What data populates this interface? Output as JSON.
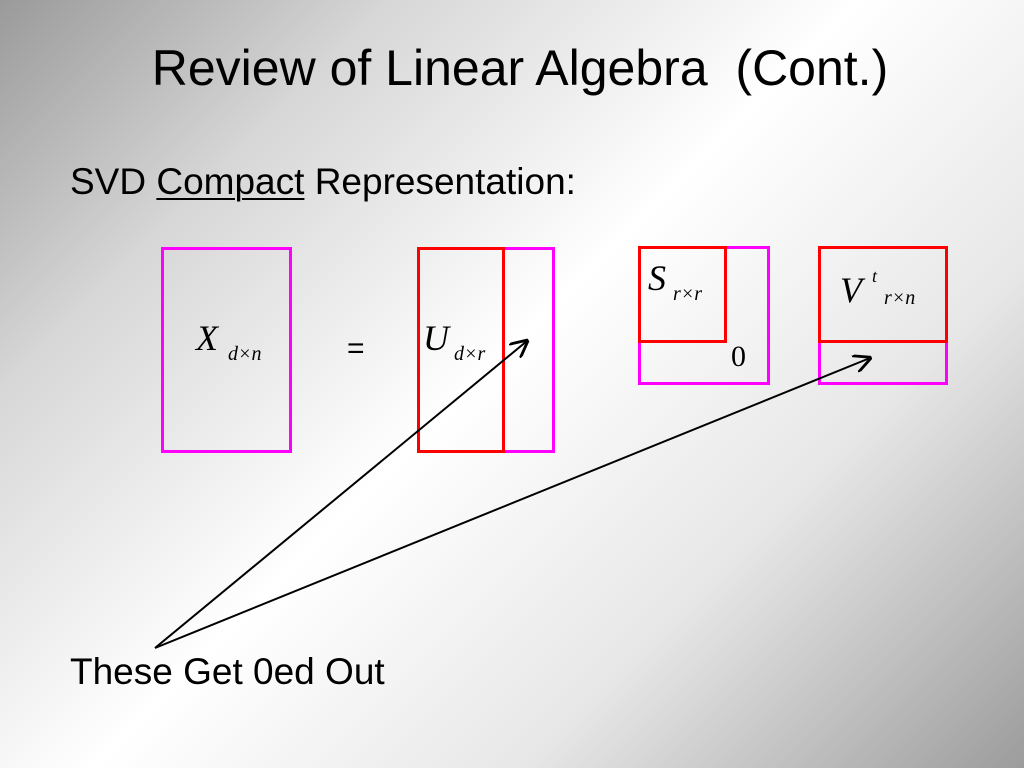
{
  "title": "Review of Linear Algebra  (Cont.)",
  "subtitle": {
    "prefix": "SVD ",
    "underlined": "Compact",
    "suffix": " Representation:"
  },
  "equation": {
    "x_symbol": "X",
    "x_subscript": "d×n",
    "equals": "=",
    "u_symbol": "U",
    "u_subscript": "d×r",
    "s_symbol": "S",
    "s_subscript": "r×r",
    "zero_label": "0",
    "v_symbol": "V",
    "v_superscript": "t",
    "v_subscript": "r×n"
  },
  "caption": "These Get 0ed Out",
  "colors": {
    "full_matrix_outline": "#ff00ff",
    "compact_outline": "#ff0000",
    "arrow": "#000000"
  }
}
